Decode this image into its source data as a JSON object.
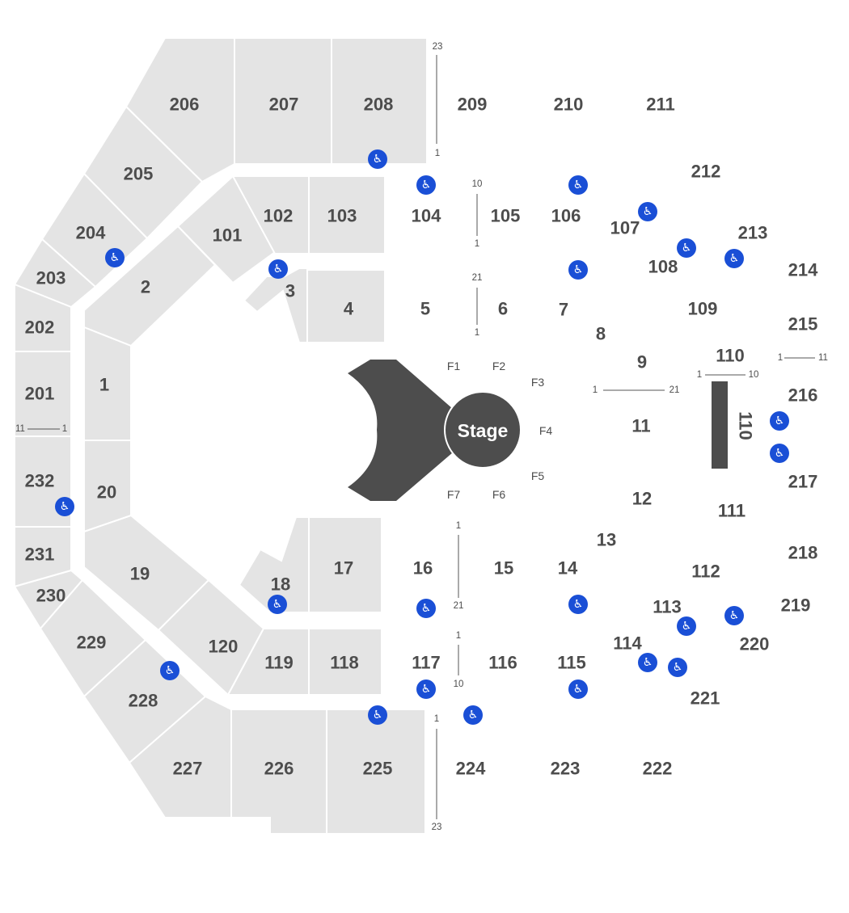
{
  "map": {
    "stage_label": "Stage",
    "accent_color": "#1a4fd6",
    "stage_color": "#4d4d4d",
    "section_color": "#e4e4e4",
    "accessible_icon": "wheelchair-icon"
  },
  "sections": {
    "s206": "206",
    "s207": "207",
    "s208": "208",
    "s209": "209",
    "s210": "210",
    "s211": "211",
    "s205": "205",
    "s212": "212",
    "s204": "204",
    "s213": "213",
    "s203": "203",
    "s214": "214",
    "s202": "202",
    "s215": "215",
    "s201": "201",
    "s216": "216",
    "s232": "232",
    "s217": "217",
    "s231": "231",
    "s218": "218",
    "s230": "230",
    "s219": "219",
    "s229": "229",
    "s220": "220",
    "s228": "228",
    "s221": "221",
    "s227": "227",
    "s226": "226",
    "s225": "225",
    "s224": "224",
    "s223": "223",
    "s222": "222",
    "s101": "101",
    "s102": "102",
    "s103": "103",
    "s104": "104",
    "s105": "105",
    "s106": "106",
    "s107": "107",
    "s108": "108",
    "s109": "109",
    "s110": "110",
    "s110b": "110",
    "s111": "111",
    "s112": "112",
    "s113": "113",
    "s114": "114",
    "s115": "115",
    "s116": "116",
    "s117": "117",
    "s118": "118",
    "s119": "119",
    "s120": "120",
    "s1": "1",
    "s2": "2",
    "s3": "3",
    "s4": "4",
    "s5": "5",
    "s6": "6",
    "s7": "7",
    "s8": "8",
    "s9": "9",
    "s11": "11",
    "s12": "12",
    "s13": "13",
    "s14": "14",
    "s15": "15",
    "s16": "16",
    "s17": "17",
    "s18": "18",
    "s19": "19",
    "s20": "20"
  },
  "floor": {
    "f1": "F1",
    "f2": "F2",
    "f3": "F3",
    "f4": "F4",
    "f5": "F5",
    "f6": "F6",
    "f7": "F7"
  },
  "rows": {
    "r208_top": "23",
    "r208_bot": "1",
    "r105_top": "10",
    "r105_bot": "1",
    "r6_top": "21",
    "r6_bot": "1",
    "r9_left": "1",
    "r9_right": "21",
    "r110_left": "1",
    "r110_right": "10",
    "r216_left": "1",
    "r216_right": "11",
    "r201_left": "11",
    "r201_right": "1",
    "r16_top": "1",
    "r16_bot": "21",
    "r117_top": "1",
    "r117_bot": "10",
    "r224_top": "1",
    "r224_bot": "23"
  }
}
